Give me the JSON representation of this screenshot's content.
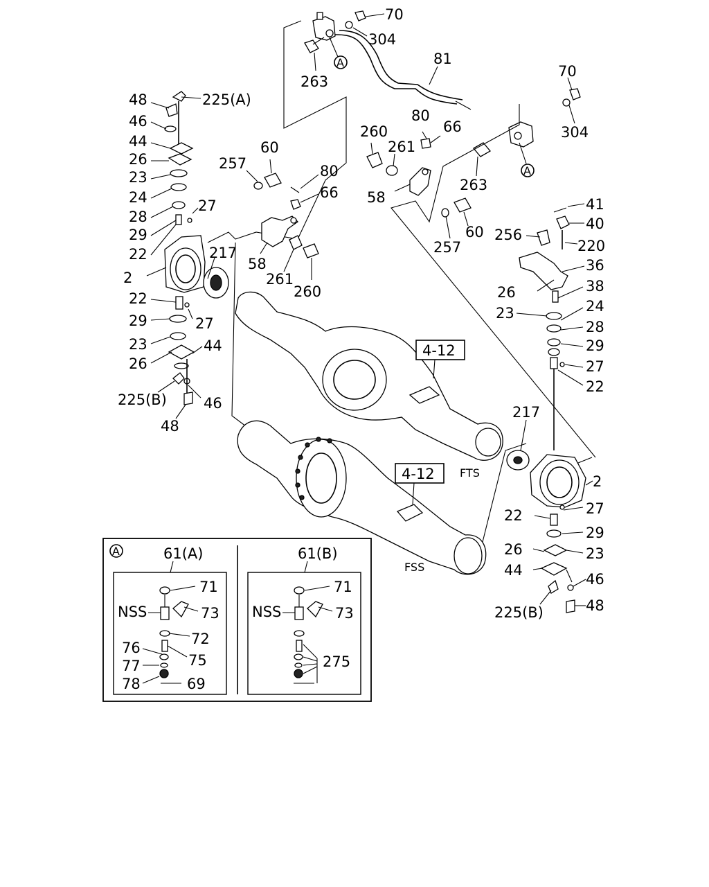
{
  "labels": {
    "l70a": "70",
    "l304a": "304",
    "l263a": "263",
    "l81": "81",
    "l70b": "70",
    "l304b": "304",
    "l48a": "48",
    "l225a": "225(A)",
    "l46a": "46",
    "l44a": "44",
    "l26a": "26",
    "l23a": "23",
    "l24a": "24",
    "l28a": "28",
    "l27a": "27",
    "l29a": "29",
    "l22a": "22",
    "l2a": "2",
    "l217a": "217",
    "l257a": "257",
    "l60a": "60",
    "l80a": "80",
    "l66a": "66",
    "l58a": "58",
    "l261a": "261",
    "l260a": "260",
    "l260b": "260",
    "l261b": "261",
    "l80b": "80",
    "l66b": "66",
    "l58b": "58",
    "l263b": "263",
    "l257b": "257",
    "l60b": "60",
    "l41": "41",
    "l40": "40",
    "l256": "256",
    "l220": "220",
    "l36": "36",
    "l26b": "26",
    "l38": "38",
    "l23b": "23",
    "l24b": "24",
    "l28b": "28",
    "l29b": "29",
    "l27b": "27",
    "l22b": "22",
    "l22c": "22",
    "l29c": "29",
    "l27c": "27",
    "l23c": "23",
    "l26c": "26",
    "l44c": "44",
    "l225c": "225(B)",
    "l46c": "46",
    "l48c": "48",
    "l217b": "217",
    "l2b": "2",
    "l22d": "22",
    "l27d": "27",
    "l29d": "29",
    "l26d": "26",
    "l23d": "23",
    "l44d": "44",
    "l46d": "46",
    "l225d": "225(B)",
    "l48d": "48",
    "fts": "FTS",
    "fss": "FSS"
  },
  "refs": {
    "ref1": "4-12",
    "ref2": "4-12"
  },
  "circle_a": "A",
  "inset": {
    "marker": "A",
    "panel_a": {
      "title": "61(A)",
      "nss": "NSS",
      "l71": "71",
      "l73": "73",
      "l72": "72",
      "l76": "76",
      "l75": "75",
      "l77": "77",
      "l78": "78",
      "l69": "69"
    },
    "panel_b": {
      "title": "61(B)",
      "nss": "NSS",
      "l71": "71",
      "l73": "73",
      "l275": "275"
    }
  }
}
